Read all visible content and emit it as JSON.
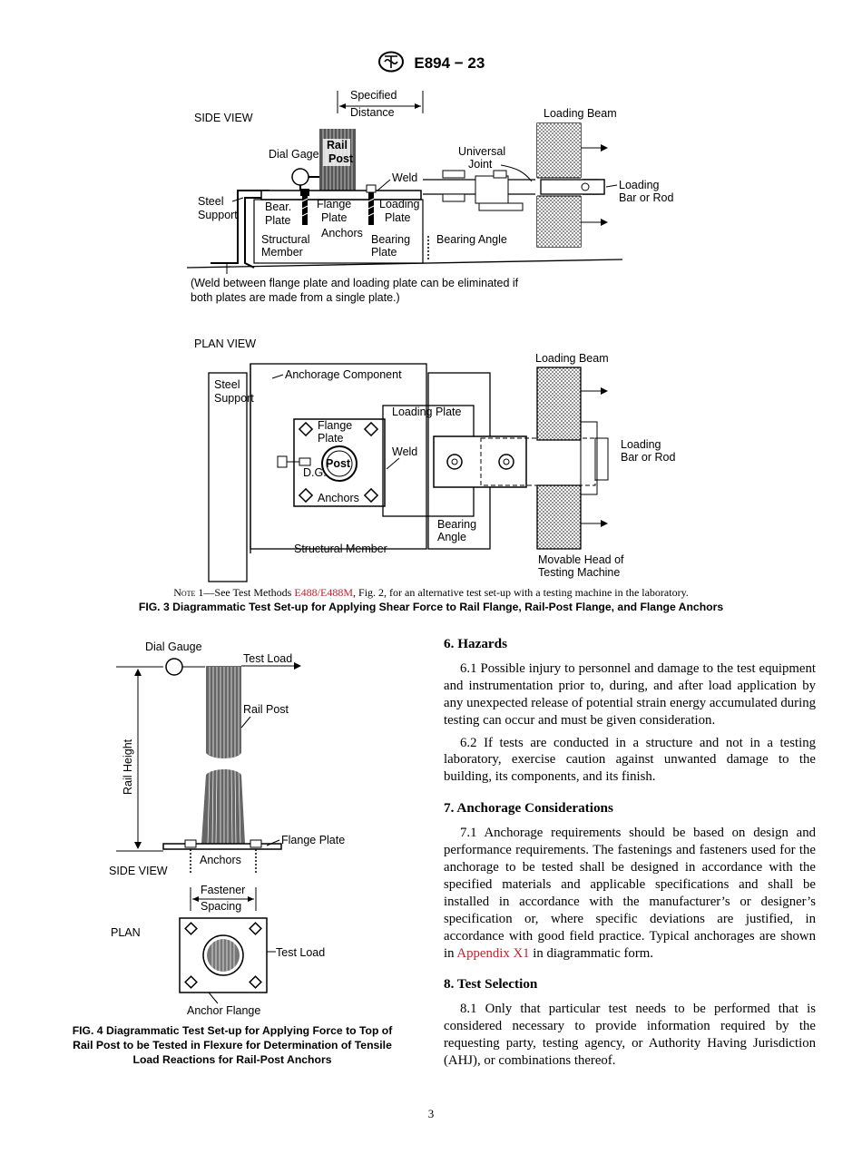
{
  "header": {
    "designation": "E894 − 23"
  },
  "fig3": {
    "side_view": {
      "title": "SIDE VIEW",
      "specified": "Specified",
      "distance": "Distance",
      "loading_beam": "Loading Beam",
      "dial_gage": "Dial Gage",
      "rail": "Rail",
      "post": "Post",
      "universal": "Universal",
      "joint": "Joint",
      "weld": "Weld",
      "loading": "Loading",
      "bar_or_rod": "Bar or Rod",
      "steel": "Steel",
      "support": "Support",
      "bear": "Bear.",
      "plate": "Plate",
      "flange": "Flange",
      "anchors": "Anchors",
      "structural": "Structural",
      "member": "Member",
      "bearing": "Bearing",
      "bearing_angle": "Bearing Angle",
      "weld_note_1": "(Weld between flange plate and loading plate can be eliminated if",
      "weld_note_2": "both plates are made from a single plate.)"
    },
    "plan_view": {
      "title": "PLAN VIEW",
      "loading_beam": "Loading Beam",
      "steel": "Steel",
      "support": "Support",
      "anchorage_component": "Anchorage Component",
      "loading_plate": "Loading Plate",
      "flange": "Flange",
      "plate": "Plate",
      "weld": "Weld",
      "post": "Post",
      "dg": "D.G.",
      "anchors": "Anchors",
      "loading": "Loading",
      "bar_or_rod": "Bar or Rod",
      "bearing": "Bearing",
      "angle": "Angle",
      "structural_member": "Structural Member",
      "movable_head": "Movable Head of",
      "testing_machine": "Testing Machine"
    },
    "note_label": "Note 1",
    "note_pre": "—See Test Methods ",
    "note_link": "E488/E488M",
    "note_post": ", Fig. 2, for an alternative test set-up with a testing machine in the laboratory.",
    "caption": "FIG. 3 Diagrammatic Test Set-up for Applying Shear Force to Rail Flange, Rail-Post Flange, and Flange Anchors"
  },
  "fig4": {
    "dial_gauge": "Dial Gauge",
    "test_load": "Test Load",
    "rail_post": "Rail Post",
    "rail_height": "Rail Height",
    "flange_plate": "Flange Plate",
    "anchors": "Anchors",
    "side_view": "SIDE VIEW",
    "fastener": "Fastener",
    "spacing": "Spacing",
    "plan": "PLAN",
    "test_load_plan": "Test Load",
    "anchor_flange": "Anchor Flange",
    "caption_1": "FIG. 4 Diagrammatic Test Set-up for Applying Force to Top of",
    "caption_2": "Rail Post to be Tested in Flexure for Determination of Tensile",
    "caption_3": "Load Reactions for Rail-Post Anchors"
  },
  "sections": {
    "s6_title": "6. Hazards",
    "s6_1": "6.1 Possible injury to personnel and damage to the test equipment and instrumentation prior to, during, and after load application by any unexpected release of potential strain energy accumulated during testing can occur and must be given consideration.",
    "s6_2": "6.2 If tests are conducted in a structure and not in a testing laboratory, exercise caution against unwanted damage to the building, its components, and its finish.",
    "s7_title": "7. Anchorage Considerations",
    "s7_1_pre": "7.1 Anchorage requirements should be based on design and performance requirements. The fastenings and fasteners used for the anchorage to be tested shall be designed in accordance with the specified materials and applicable specifications and shall be installed in accordance with the manufacturer’s or designer’s specification or, where specific deviations are justified, in accordance with good field practice. Typical anchorages are shown in ",
    "s7_1_link": "Appendix X1",
    "s7_1_post": " in diagrammatic form.",
    "s8_title": "8. Test Selection",
    "s8_1": "8.1 Only that particular test needs to be performed that is considered necessary to provide information required by the requesting party, testing agency, or Authority Having Jurisdiction (AHJ), or combinations thereof."
  },
  "page_number": "3"
}
